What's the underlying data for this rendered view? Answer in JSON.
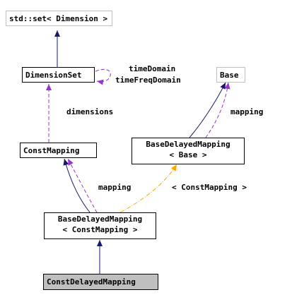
{
  "colors": {
    "inheritance": "#191970",
    "usage": "#9a32cd",
    "template": "#ffa500",
    "focus_fill": "#bfbfbf",
    "external_border": "#bfbfbf"
  },
  "nodes": {
    "std_set": "std::set< Dimension >",
    "dimension_set": "DimensionSet",
    "base": "Base",
    "const_mapping": "ConstMapping",
    "base_delayed_mapping_base": [
      "BaseDelayedMapping",
      "< Base >"
    ],
    "base_delayed_mapping_const": [
      "BaseDelayedMapping",
      "< ConstMapping >"
    ],
    "const_delayed_mapping": "ConstDelayedMapping"
  },
  "edge_labels": {
    "time_domain": "timeDomain",
    "time_freq_domain": "timeFreqDomain",
    "dimensions": "dimensions",
    "mapping_base": "mapping",
    "mapping_const": "mapping",
    "template_arg": "< ConstMapping >"
  }
}
